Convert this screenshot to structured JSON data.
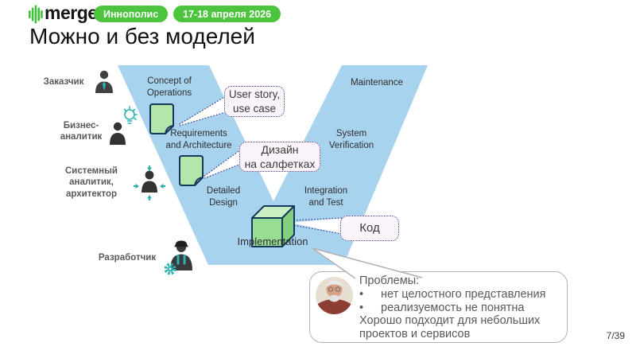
{
  "brand": {
    "logo_text": "merge",
    "badges": [
      "Иннополис",
      "17-18 апреля 2026"
    ],
    "green": "#4cc43e"
  },
  "slide": {
    "title": "Можно и без моделей",
    "page_number": "7/39"
  },
  "roles": [
    {
      "label": "Заказчик",
      "icon": "person-tie-icon"
    },
    {
      "label": "Бизнес-\nаналитик",
      "icon": "person-idea-icon"
    },
    {
      "label": "Системный\nаналитик,\nархитектор",
      "icon": "person-arrows-icon"
    },
    {
      "label": "Разработчик",
      "icon": "worker-gear-icon"
    }
  ],
  "vmodel": {
    "color": "#a8d3ee",
    "doc_green": "#b3e6aa",
    "cube_green": "#98dd94",
    "outline_navy": "#17375e",
    "stages": {
      "concept": "Concept of\nOperations",
      "requirements": "Requirements\nand Architecture",
      "detailed": "Detailed\nDesign",
      "implementation": "Implementation",
      "integration": "Integration\nand Test",
      "verification": "System\nVerification",
      "maintenance": "Maintenance"
    }
  },
  "callouts": {
    "border_purple": "#4b3f8f",
    "user_story": "User story,\nuse case",
    "design": "Дизайн\nна салфетках",
    "code": "Код"
  },
  "bubble": {
    "avatar": "speaker-avatar",
    "title": "Проблемы:",
    "bullet_char": "•",
    "bullets": [
      "нет целостного представления",
      "реализуемость не понятна"
    ],
    "footer": "Хорошо подходит для небольших\nпроектов и сервисов"
  }
}
